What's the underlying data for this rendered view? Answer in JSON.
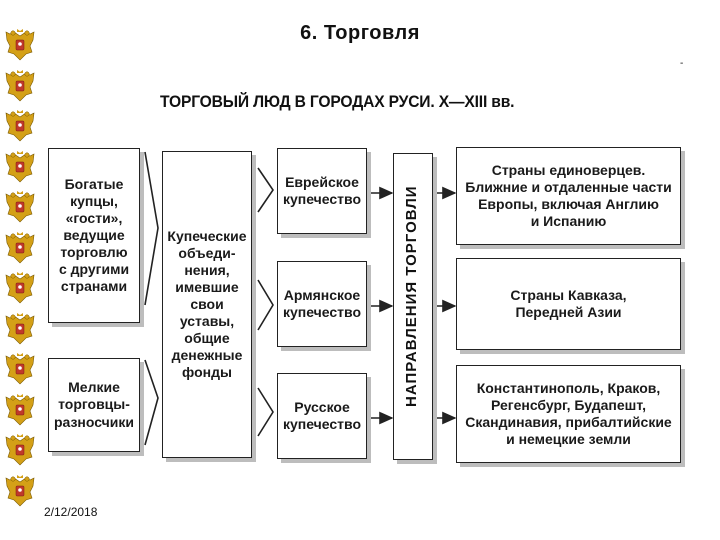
{
  "slide": {
    "title": "6. Торговля",
    "date": "2/12/2018"
  },
  "diagram": {
    "title": "ТОРГОВЫЙ ЛЮД В ГОРОДАХ РУСИ. X—XIII вв.",
    "traders": [
      "Богатые\nкупцы,\n«гости»,\nведущие\nторговлю\nс другими\nстранами",
      "Мелкие\nторговцы-\nразносчики"
    ],
    "associations": "Купеческие\nобъеди-\nнения,\nимевшие\nсвои уставы,\nобщие\nденежные\nфонды",
    "merchant_groups": [
      "Еврейское\nкупечество",
      "Армянское\nкупечество",
      "Русское\nкупечество"
    ],
    "directions_label": "НАПРАВЛЕНИЯ ТОРГОВЛИ",
    "destinations": [
      "Страны единоверцев.\nБлижние и отдаленные части\nЕвропы, включая Англию\nи Испанию",
      "Страны Кавказа,\nПередней Азии",
      "Константинополь, Краков,\nРегенсбург, Будапешт,\nСкандинавия, прибалтийские\nи немецкие земли"
    ]
  },
  "colors": {
    "eagle_red": "#c0392b",
    "eagle_gold": "#d4a017",
    "border": "#222222"
  },
  "icons": {
    "decoration": "double-headed-eagle-icon"
  }
}
